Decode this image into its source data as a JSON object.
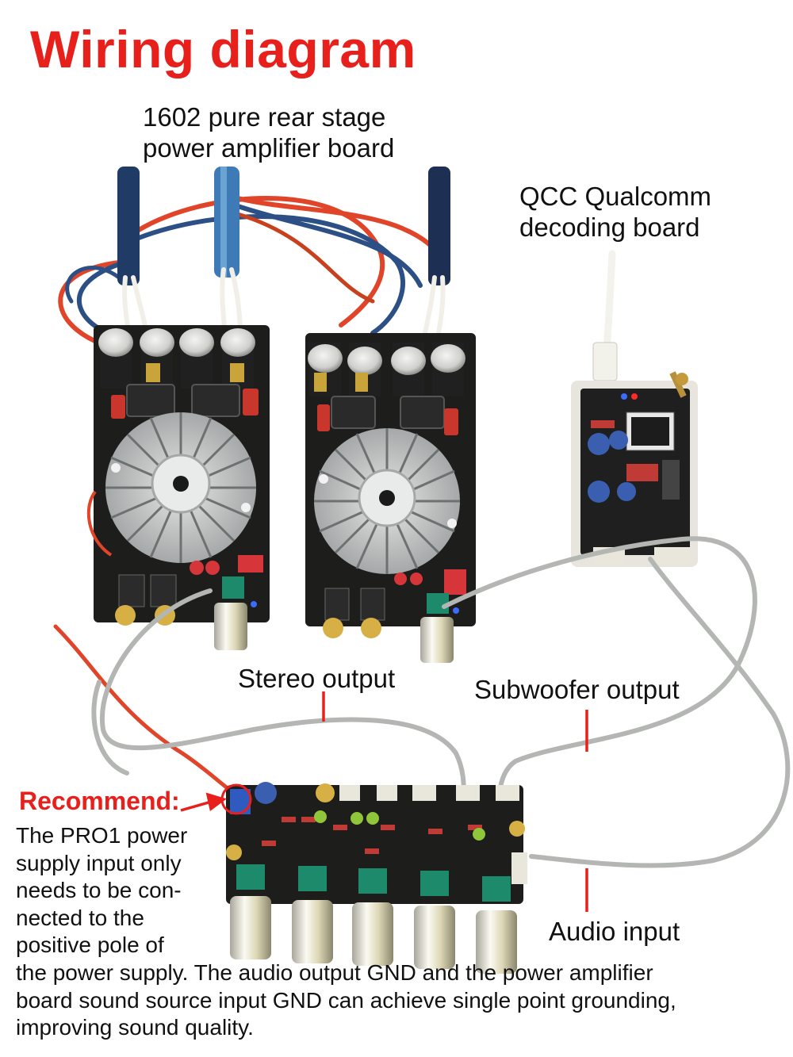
{
  "title": "Wiring diagram",
  "labels": {
    "power_amp": [
      "1602 pure rear stage",
      "power amplifier board"
    ],
    "decoder": [
      "QCC Qualcomm",
      "decoding board"
    ],
    "stereo_output": "Stereo output",
    "subwoofer_output": "Subwoofer output",
    "audio_input": "Audio input"
  },
  "note": {
    "heading": "Recommend:",
    "column_lines": [
      "The PRO1 power",
      "supply input only",
      "needs to be con-",
      "nected to the",
      "positive pole of"
    ],
    "full_lines": [
      "the power supply. The audio output GND and the power amplifier",
      "board sound source input GND can achieve single point grounding,",
      "improving sound quality."
    ]
  },
  "colors": {
    "title": "#e8201c",
    "callout": "#e8201c",
    "pcb": "#1d1d1b",
    "heatsink": "#b9bcbe",
    "audio_cable": "#b4b6b3",
    "power_red": "#e0452a",
    "power_blue": "#2c4f86"
  }
}
